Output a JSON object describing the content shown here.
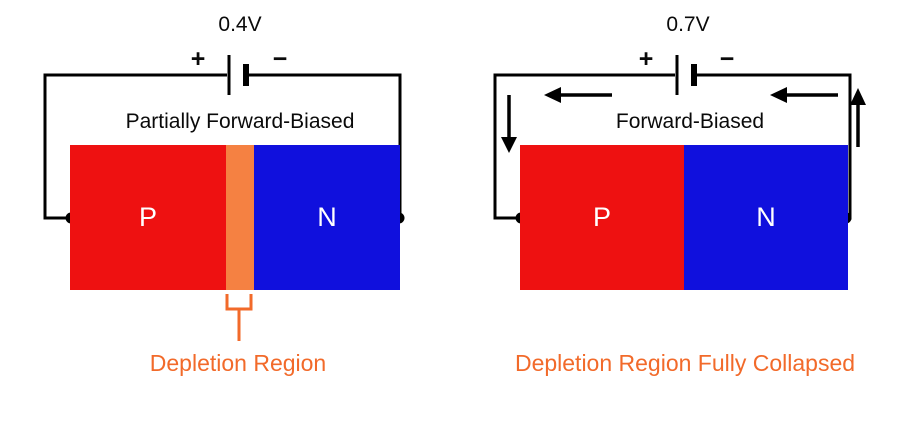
{
  "colors": {
    "p_region": "#ee1111",
    "n_region": "#1010dd",
    "depletion": "#f58142",
    "accent_orange": "#f26a2a",
    "wire": "#000000",
    "region_label": "#ffffff"
  },
  "left_diagram": {
    "voltage": "0.4V",
    "plus": "+",
    "minus": "−",
    "title": "Partially Forward-Biased",
    "p_label": "P",
    "n_label": "N",
    "caption": "Depletion Region"
  },
  "right_diagram": {
    "voltage": "0.7V",
    "plus": "+",
    "minus": "−",
    "title": "Forward-Biased",
    "p_label": "P",
    "n_label": "N",
    "caption": "Depletion Region Fully Collapsed"
  }
}
